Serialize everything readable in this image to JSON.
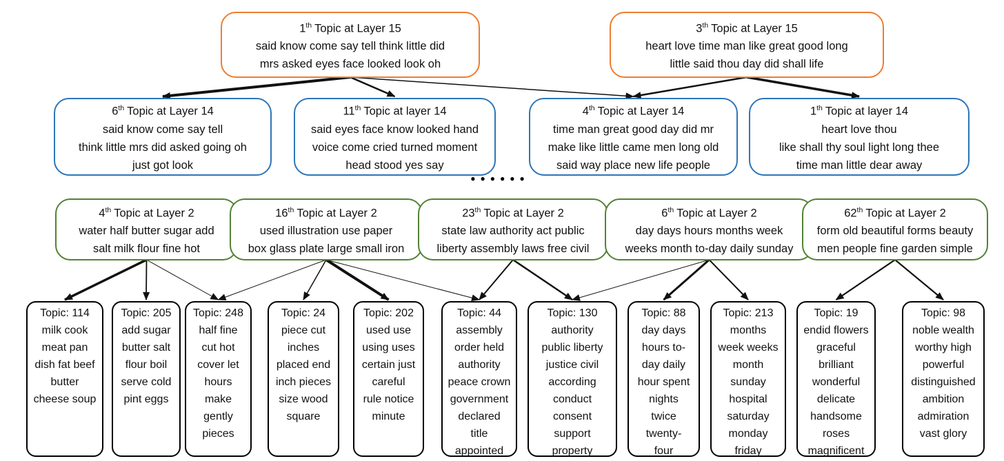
{
  "diagram": {
    "separator_dots": "●●●●●●",
    "colors": {
      "layer15_border": "#ED7D31",
      "layer14_border": "#2E75B6",
      "layer2_border": "#538135",
      "leaf_border": "#000000",
      "edge": "#111111"
    },
    "layer15_nodes": [
      {
        "id": "L15-1",
        "ordinal": "1",
        "ordinal_suffix": "th",
        "title": "Topic at Layer 15",
        "lines": [
          "said know come say tell think little did",
          "mrs asked eyes face looked look oh"
        ]
      },
      {
        "id": "L15-3",
        "ordinal": "3",
        "ordinal_suffix": "th",
        "title": "Topic at Layer 15",
        "lines": [
          "heart love time man like great good long",
          "little said thou day did shall life"
        ]
      }
    ],
    "layer14_nodes": [
      {
        "id": "L14-6",
        "ordinal": "6",
        "ordinal_suffix": "th",
        "title": "Topic at Layer 14",
        "lines": [
          "said know come say tell",
          "think little mrs did asked going oh",
          "just got look"
        ]
      },
      {
        "id": "L14-11",
        "ordinal": "11",
        "ordinal_suffix": "th",
        "title": "Topic at layer 14",
        "lines": [
          "said eyes face know looked hand",
          "voice come cried turned moment",
          "head stood yes say"
        ]
      },
      {
        "id": "L14-4",
        "ordinal": "4",
        "ordinal_suffix": "th",
        "title": "Topic at Layer 14",
        "lines": [
          "time man great good day did mr",
          "make like little came men long old",
          "said way place new life people"
        ]
      },
      {
        "id": "L14-1",
        "ordinal": "1",
        "ordinal_suffix": "th",
        "title": "Topic at layer 14",
        "lines": [
          "heart love thou",
          "like shall thy soul light long thee",
          "time man little dear away"
        ]
      }
    ],
    "layer2_nodes": [
      {
        "id": "L2-4",
        "ordinal": "4",
        "ordinal_suffix": "th",
        "title": "Topic at Layer 2",
        "lines": [
          "water half butter sugar add",
          "salt milk flour fine hot"
        ]
      },
      {
        "id": "L2-16",
        "ordinal": "16",
        "ordinal_suffix": "th",
        "title": "Topic at Layer 2",
        "lines": [
          "used illustration use paper",
          "box glass plate large small iron"
        ]
      },
      {
        "id": "L2-23",
        "ordinal": "23",
        "ordinal_suffix": "th",
        "title": "Topic at Layer 2",
        "lines": [
          "state law authority act public",
          "liberty assembly laws free civil"
        ]
      },
      {
        "id": "L2-6",
        "ordinal": "6",
        "ordinal_suffix": "th",
        "title": "Topic at Layer 2",
        "lines": [
          "day days hours months week",
          "weeks month to-day daily sunday"
        ]
      },
      {
        "id": "L2-62",
        "ordinal": "62",
        "ordinal_suffix": "th",
        "title": "Topic at Layer 2",
        "lines": [
          "form old beautiful forms beauty",
          "men people fine garden simple"
        ]
      }
    ],
    "leaf_nodes": [
      {
        "id": "T114",
        "title": "Topic: 114",
        "lines": [
          "milk cook",
          "meat pan",
          "dish fat beef",
          "butter",
          "cheese soup"
        ]
      },
      {
        "id": "T205",
        "title": "Topic: 205",
        "lines": [
          "add sugar",
          "butter salt",
          "flour boil",
          "serve cold",
          "pint eggs"
        ]
      },
      {
        "id": "T248",
        "title": "Topic: 248",
        "lines": [
          "half fine",
          "cut hot",
          "cover let",
          "hours",
          "make",
          "gently",
          "pieces"
        ]
      },
      {
        "id": "T24",
        "title": "Topic: 24",
        "lines": [
          "piece cut",
          "inches",
          "placed end",
          "inch pieces",
          "size wood",
          "square"
        ]
      },
      {
        "id": "T202",
        "title": "Topic: 202",
        "lines": [
          "used use",
          "using uses",
          "certain just",
          "careful",
          "rule notice",
          "minute"
        ]
      },
      {
        "id": "T44",
        "title": "Topic: 44",
        "lines": [
          "assembly",
          "order held",
          "authority",
          "peace crown",
          "government",
          "declared",
          "title",
          "appointed"
        ]
      },
      {
        "id": "T130",
        "title": "Topic: 130",
        "lines": [
          "authority",
          "public liberty",
          "justice civil",
          "according",
          "conduct",
          "consent",
          "support",
          "property"
        ]
      },
      {
        "id": "T88",
        "title": "Topic: 88",
        "lines": [
          "day days",
          "hours to-",
          "day daily",
          "hour spent",
          "nights",
          "twice",
          "twenty-",
          "four"
        ]
      },
      {
        "id": "T213",
        "title": "Topic: 213",
        "lines": [
          "months",
          "week weeks",
          "month",
          "sunday",
          "hospital",
          "saturday",
          "monday",
          "friday"
        ]
      },
      {
        "id": "T19",
        "title": "Topic: 19",
        "lines": [
          "endid flowers",
          "graceful",
          "brilliant",
          "wonderful",
          "delicate",
          "handsome",
          "roses",
          "magnificent"
        ]
      },
      {
        "id": "T98",
        "title": "Topic: 98",
        "lines": [
          "noble wealth",
          "worthy high",
          "powerful",
          "distinguished",
          "ambition",
          "admiration",
          "vast glory"
        ]
      }
    ],
    "edges": [
      {
        "from": "L15-1",
        "to": "L14-6",
        "w": 4
      },
      {
        "from": "L15-1",
        "to": "L14-11",
        "w": 2.5
      },
      {
        "from": "L15-1",
        "to": "L14-4",
        "w": 1.5
      },
      {
        "from": "L15-3",
        "to": "L14-4",
        "w": 2.5
      },
      {
        "from": "L15-3",
        "to": "L14-1",
        "w": 3.5
      },
      {
        "from": "L2-4",
        "to": "T114",
        "w": 3.5
      },
      {
        "from": "L2-4",
        "to": "T205",
        "w": 1.8
      },
      {
        "from": "L2-4",
        "to": "T248",
        "w": 1
      },
      {
        "from": "L2-16",
        "to": "T248",
        "w": 1
      },
      {
        "from": "L2-16",
        "to": "T24",
        "w": 1.5
      },
      {
        "from": "L2-16",
        "to": "T202",
        "w": 4
      },
      {
        "from": "L2-16",
        "to": "T44",
        "w": 1
      },
      {
        "from": "L2-23",
        "to": "T44",
        "w": 2
      },
      {
        "from": "L2-23",
        "to": "T130",
        "w": 2.5
      },
      {
        "from": "L2-6",
        "to": "T130",
        "w": 1
      },
      {
        "from": "L2-6",
        "to": "T88",
        "w": 3
      },
      {
        "from": "L2-6",
        "to": "T213",
        "w": 2
      },
      {
        "from": "L2-62",
        "to": "T19",
        "w": 2.2
      },
      {
        "from": "L2-62",
        "to": "T98",
        "w": 2.2
      }
    ]
  }
}
